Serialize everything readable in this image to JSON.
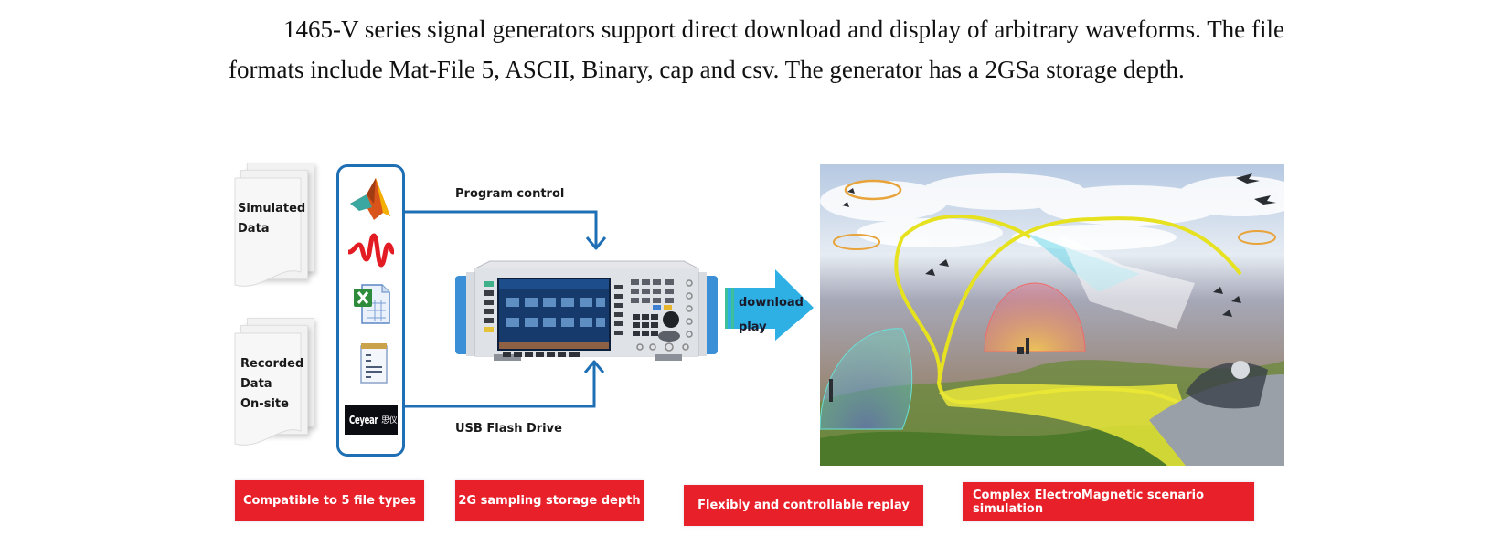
{
  "paragraph": {
    "text": "1465-V series signal generators support direct download and display of arbitrary waveforms. The file formats include Mat-File 5, ASCII, Binary, cap and csv. The generator has a 2GSa storage depth."
  },
  "diagram": {
    "sources": [
      {
        "label_lines": [
          "Simulated",
          "Data"
        ]
      },
      {
        "label_lines": [
          "Recorded",
          "Data",
          "On-site"
        ]
      }
    ],
    "file_type_icons": [
      "matlab-icon",
      "waveform-icon",
      "excel-icon",
      "notepad-icon",
      "ceyear-logo"
    ],
    "logo": {
      "brand": "Ceyear",
      "chinese": "思仪"
    },
    "connections": {
      "top_label": "Program control",
      "bottom_label": "USB Flash Drive"
    },
    "instrument": "signal-generator",
    "arrow": {
      "line1": "download",
      "line2": "play"
    },
    "scene": "electromagnetic-scenario-illustration"
  },
  "features": [
    {
      "label": "Compatible to 5 file types"
    },
    {
      "label": "2G sampling storage depth"
    },
    {
      "label": "Flexibly and controllable replay"
    },
    {
      "label": "Complex ElectroMagnetic scenario simulation"
    }
  ],
  "colors": {
    "accent_blue": "#1f6fb5",
    "feature_red": "#e8202a",
    "arrow_blue": "#2eb0e4"
  }
}
